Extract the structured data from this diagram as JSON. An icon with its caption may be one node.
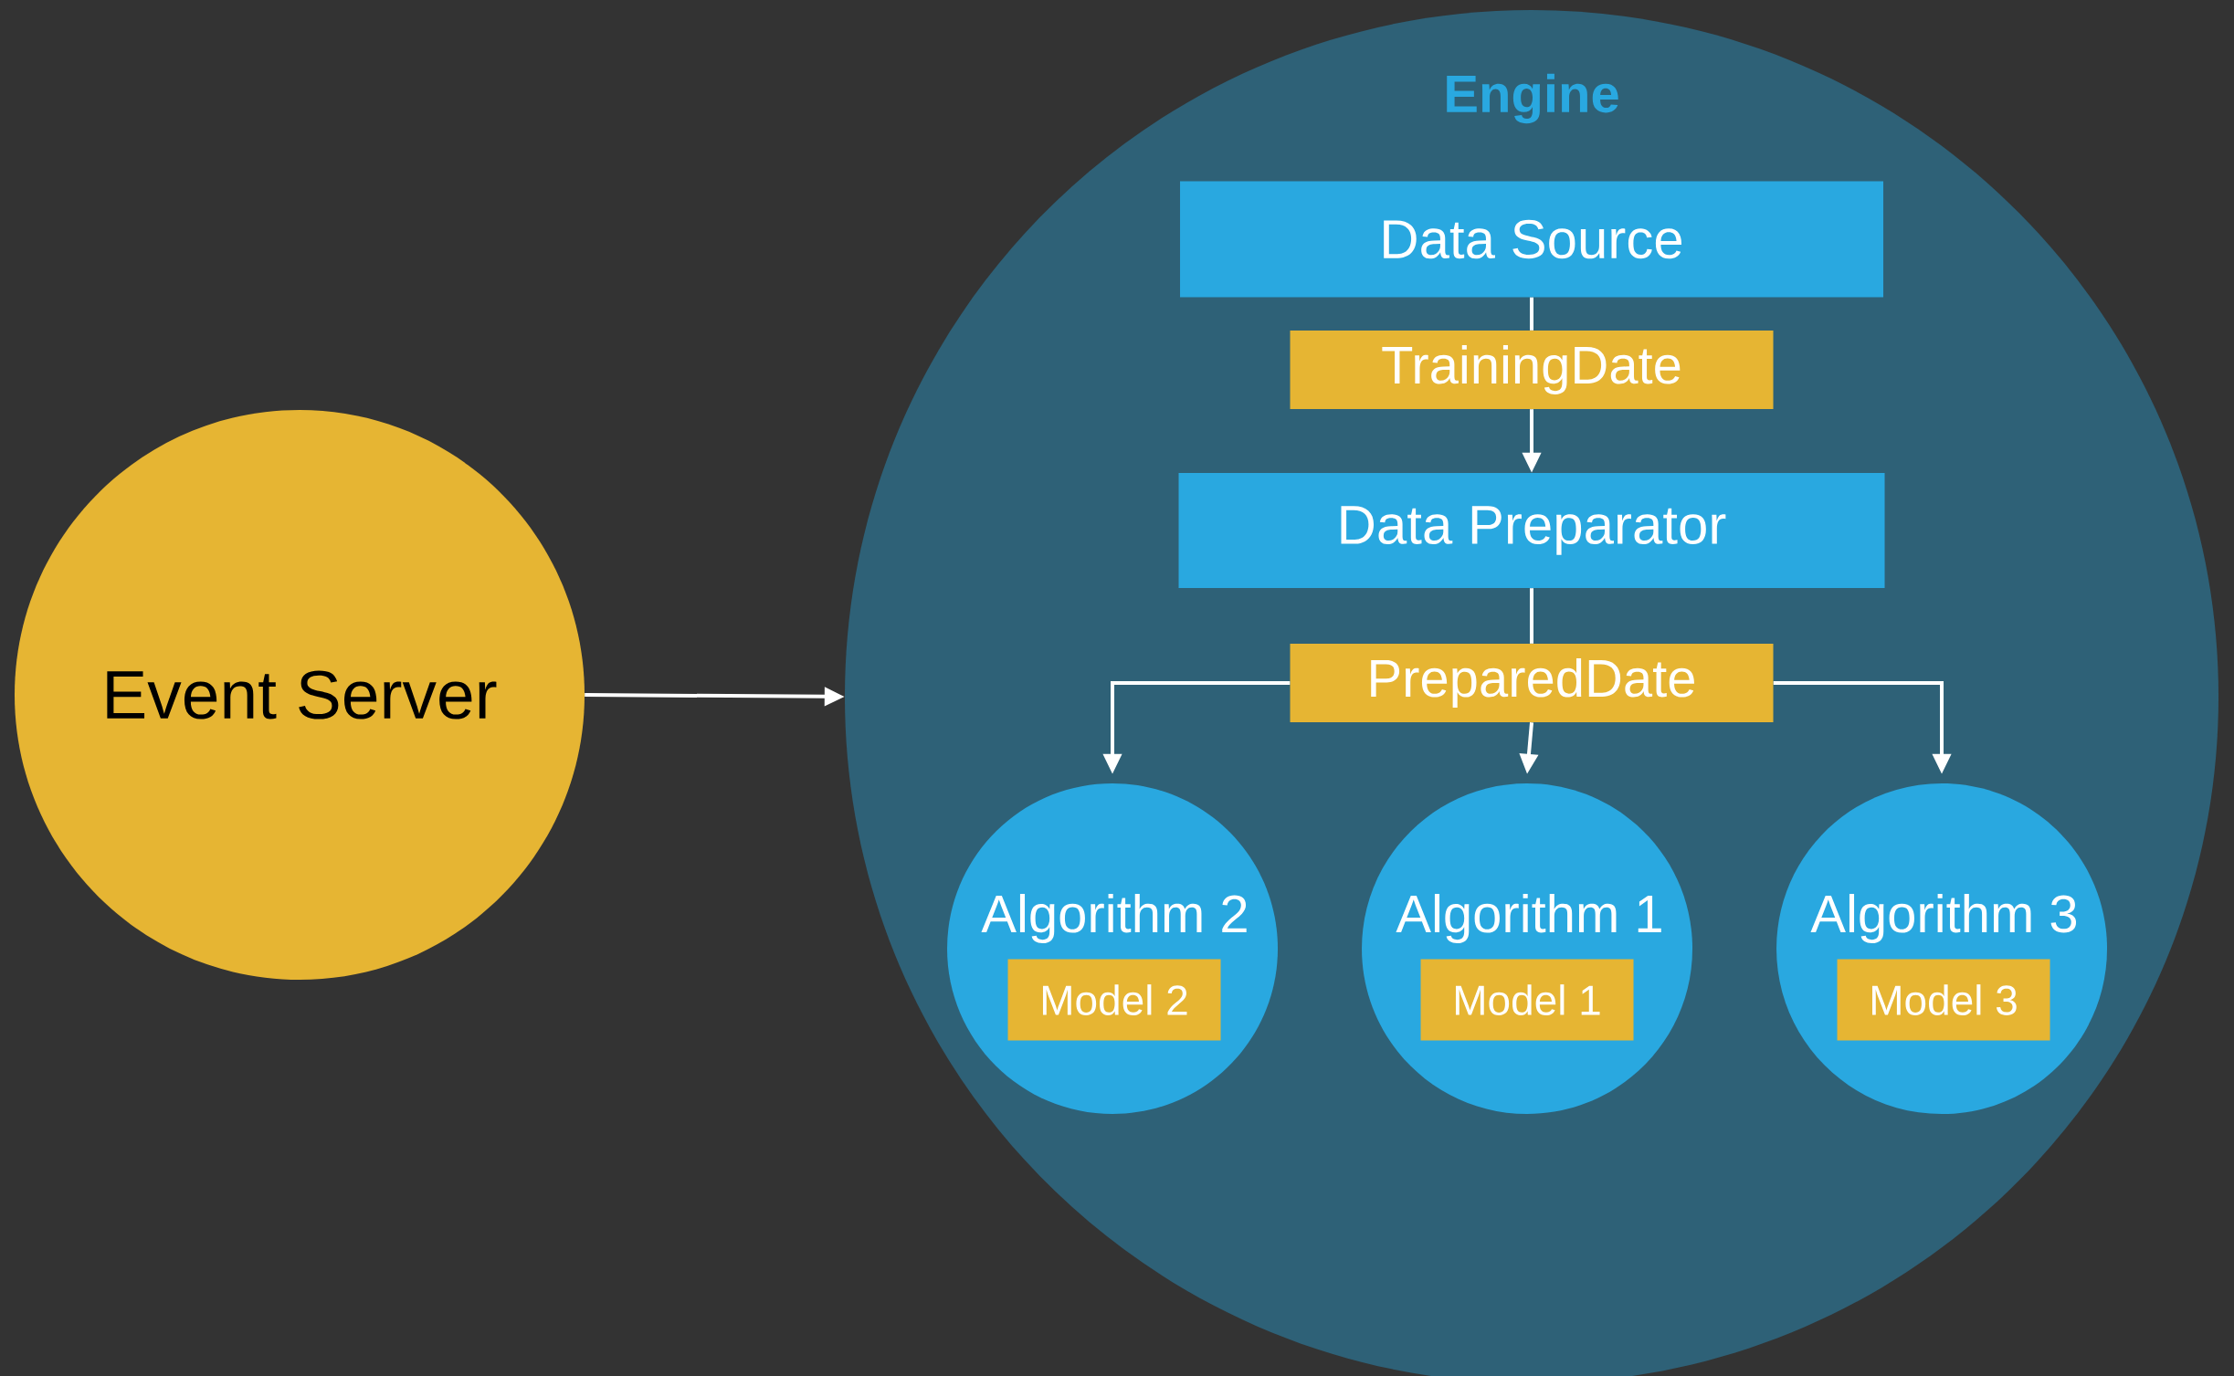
{
  "diagram": {
    "nodes": [
      {
        "text": [
          "Event Server"
        ]
      },
      {
        "text": [
          "Engine"
        ]
      },
      {
        "text": [
          "Data Source"
        ],
        "in": 1
      },
      {
        "text": [
          "TrainingDate"
        ],
        "in": 1
      },
      {
        "text": [
          "Data Preparator"
        ],
        "in": 1
      },
      {
        "text": [
          "PreparedDate"
        ],
        "in": 1
      },
      {
        "text": [
          "Algorithm 2"
        ],
        "in": 1
      },
      {
        "text": [
          "Model 2"
        ],
        "in": 6
      },
      {
        "text": [
          "Algorithm 1"
        ],
        "in": 1
      },
      {
        "text": [
          "Model 1"
        ],
        "in": 8
      },
      {
        "text": [
          "Algorithm 3"
        ],
        "in": 1
      },
      {
        "text": [
          "Model 3"
        ],
        "in": 10
      }
    ],
    "edges": [
      {
        "from": 0,
        "to": 1,
        "arrow": "to"
      },
      {
        "from": 2,
        "to": 3,
        "arrow": "none"
      },
      {
        "from": 3,
        "to": 4,
        "arrow": "to"
      },
      {
        "from": 4,
        "to": 5,
        "arrow": "none"
      },
      {
        "from": 5,
        "to": 6,
        "arrow": "to"
      },
      {
        "from": 5,
        "to": 8,
        "arrow": "to"
      },
      {
        "from": 5,
        "to": 10,
        "arrow": "to"
      }
    ]
  }
}
